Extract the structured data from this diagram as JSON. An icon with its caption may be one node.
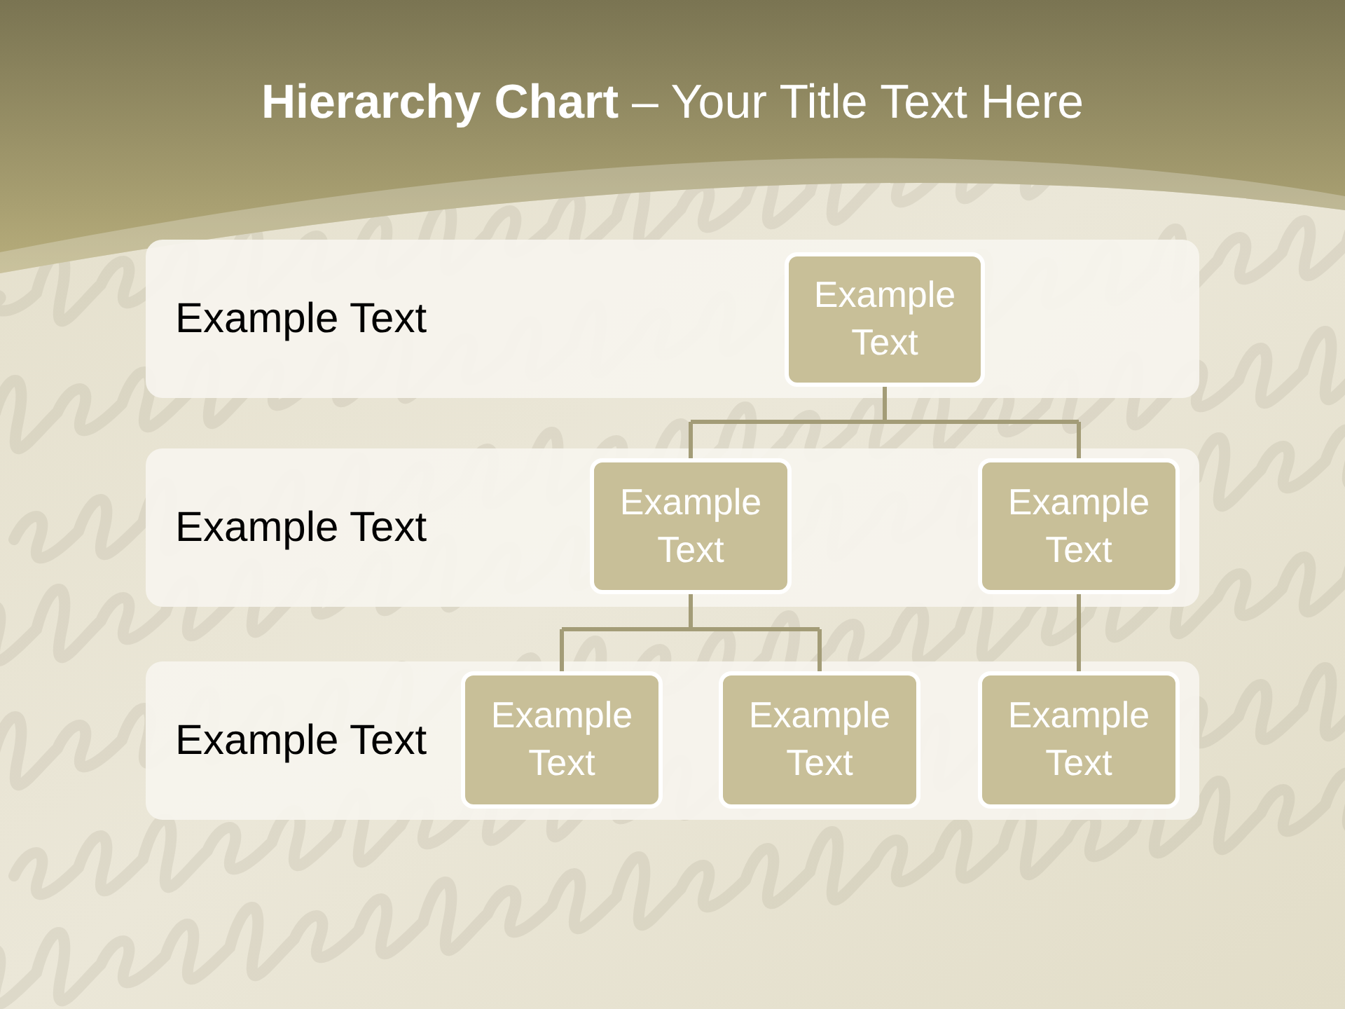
{
  "diagram": {
    "title": "**Hierarchy Chart** – Your Title Text Here",
    "nodes": [
      {
        "text": [
          "Example Text"
        ]
      },
      {
        "text": [
          "Example Text"
        ],
        "in": 0
      },
      {
        "text": [
          "Example Text"
        ]
      },
      {
        "text": [
          "Example Text"
        ],
        "in": 2
      },
      {
        "text": [
          "Example Text"
        ],
        "in": 2
      },
      {
        "text": [
          "Example Text"
        ]
      },
      {
        "text": [
          "Example Text"
        ],
        "in": 5
      },
      {
        "text": [
          "Example Text"
        ],
        "in": 5
      },
      {
        "text": [
          "Example Text"
        ],
        "in": 5
      }
    ],
    "edges": [
      {
        "from": 1,
        "to": 3,
        "arrow": "none"
      },
      {
        "from": 1,
        "to": 4,
        "arrow": "none"
      },
      {
        "from": 3,
        "to": 6,
        "arrow": "none"
      },
      {
        "from": 3,
        "to": 7,
        "arrow": "none"
      },
      {
        "from": 4,
        "to": 8,
        "arrow": "none"
      }
    ]
  }
}
